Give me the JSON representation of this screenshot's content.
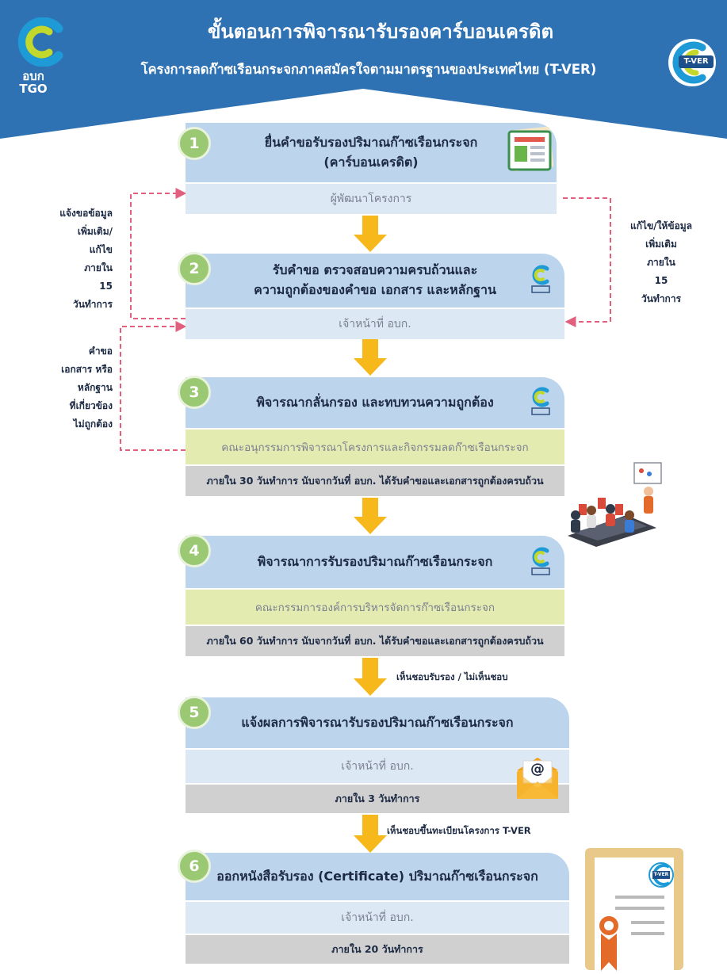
{
  "header": {
    "title": "ขั้นตอนการพิจารณารับรองคาร์บอนเครดิต",
    "subtitle": "โครงการลดก๊าซเรือนกระจกภาคสมัครใจตามมาตรฐานของประเทศไทย (T-VER)",
    "logo_text_top": "อบก",
    "logo_text_bottom": "TGO",
    "tver_logo_text": "T-VER"
  },
  "steps": [
    {
      "number": "1",
      "title": "ยื่นคำขอรับรองปริมาณก๊าซเรือนกระจก",
      "title2": "(คาร์บอนเครดิต)",
      "responsible": "ผู้พัฒนาโครงการ"
    },
    {
      "number": "2",
      "title": "รับคำขอ ตรวจสอบความครบถ้วนและ",
      "title2": "ความถูกต้องของคำขอ เอกสาร และหลักฐาน",
      "responsible": "เจ้าหน้าที่ อบก."
    },
    {
      "number": "3",
      "title": "พิจารณากลั่นกรอง และทบทวนความถูกต้อง",
      "responsible": "คณะอนุกรรมการพิจารณาโครงการและกิจกรรมลดก๊าซเรือนกระจก",
      "timeline": "ภายใน 30 วันทำการ นับจากวันที่ อบก. ได้รับคำขอและเอกสารถูกต้องครบถ้วน"
    },
    {
      "number": "4",
      "title": "พิจารณาการรับรองปริมาณก๊าซเรือนกระจก",
      "responsible": "คณะกรรมการองค์การบริหารจัดการก๊าซเรือนกระจก",
      "timeline": "ภายใน 60 วันทำการ นับจากวันที่ อบก. ได้รับคำขอและเอกสารถูกต้องครบถ้วน"
    },
    {
      "number": "5",
      "title": "แจ้งผลการพิจารณารับรองปริมาณก๊าซเรือนกระจก",
      "responsible": "เจ้าหน้าที่ อบก.",
      "timeline": "ภายใน 3 วันทำการ"
    },
    {
      "number": "6",
      "title": "ออกหนังสือรับรอง (Certificate) ปริมาณก๊าซเรือนกระจก",
      "responsible": "เจ้าหน้าที่ อบก.",
      "timeline": "ภายใน 20 วันทำการ"
    }
  ],
  "side_notes": {
    "left_top": [
      "แจ้งขอข้อมูล",
      "เพิ่มเติม/",
      "แก้ไข",
      "ภายใน",
      "15",
      "วันทำการ"
    ],
    "left_bottom": [
      "คำขอ",
      "เอกสาร หรือ",
      "หลักฐาน",
      "ที่เกี่ยวข้อง",
      "ไม่ถูกต้อง"
    ],
    "right": [
      "แก้ไข/ให้ข้อมูล",
      "เพิ่มเติม",
      "ภายใน",
      "15",
      "วันทำการ"
    ]
  },
  "arrow_labels": {
    "after_4": "เห็นชอบรับรอง / ไม่เห็นชอบ",
    "after_5": "เห็นชอบขึ้นทะเบียนโครงการ T-VER"
  },
  "icons": {
    "email_symbol": "@",
    "cert_logo_text": "T-VER"
  },
  "colors": {
    "header_blue": "#2f72b3",
    "title_band": "#bcd4ec",
    "light_band": "#dde8f5",
    "green_band": "#e4ebb1",
    "gray_band": "#d0d0d0",
    "arrow": "#f6b81a",
    "step_number": "#9bc872",
    "dashed": "#e0607e"
  }
}
